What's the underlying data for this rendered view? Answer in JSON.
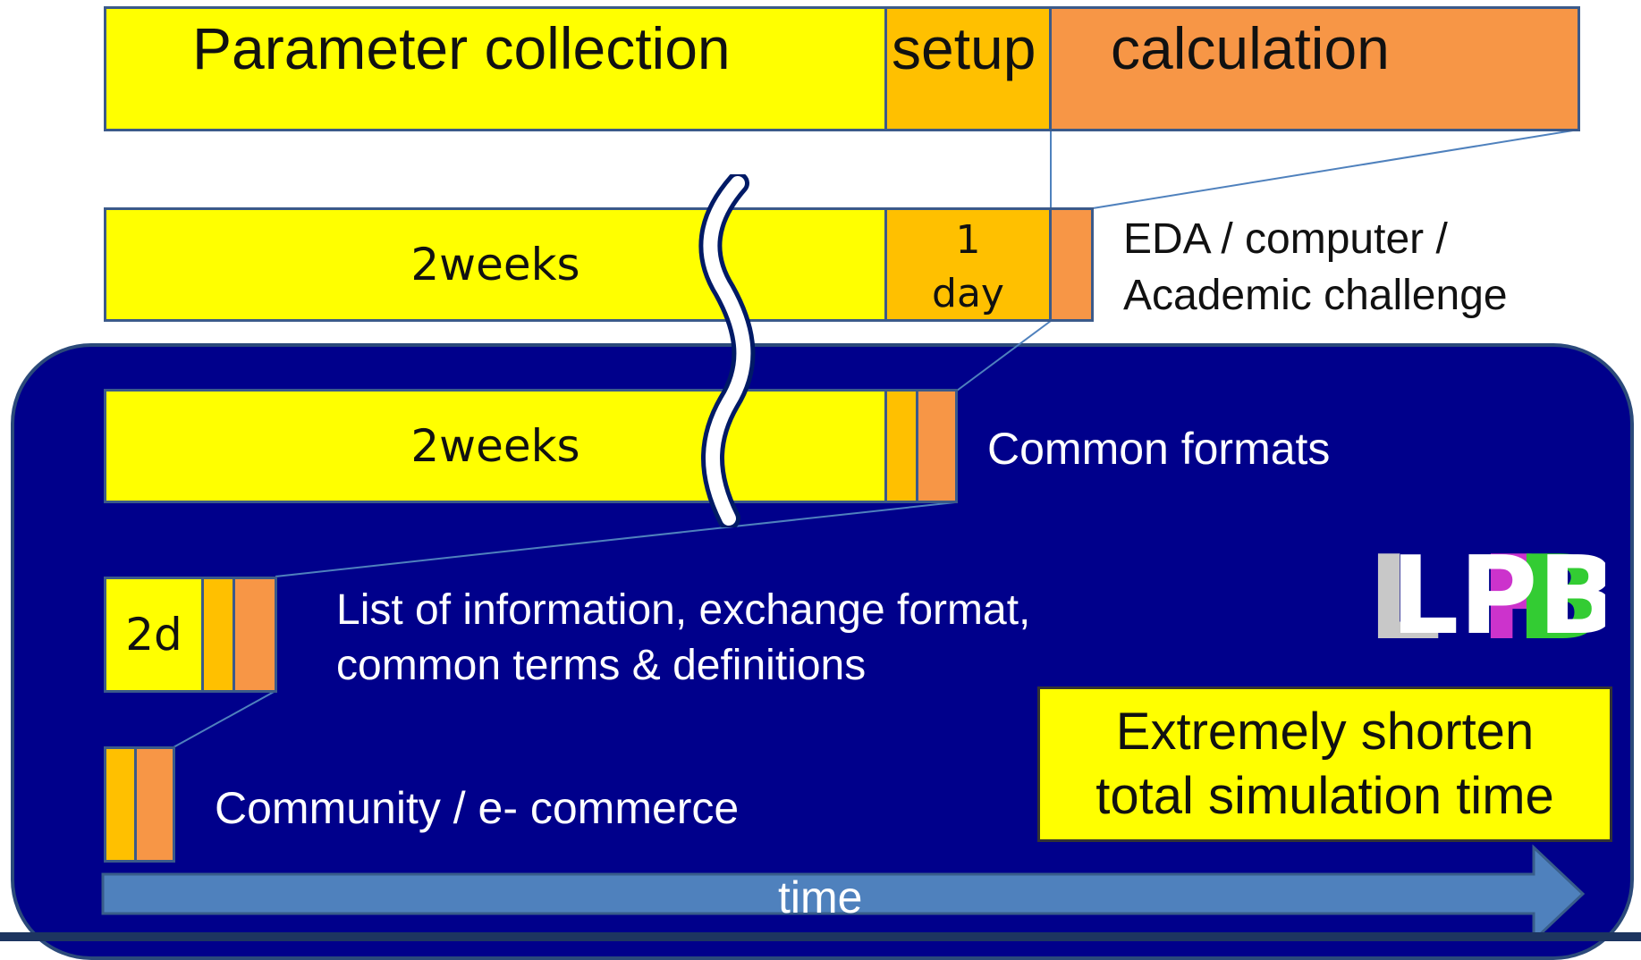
{
  "top_bar": {
    "phase1": "Parameter collection",
    "phase2": "setup",
    "phase3": "calculation"
  },
  "row1": {
    "duration": "2weeks",
    "setup_line1": "1",
    "setup_line2": "day",
    "label_line1": "EDA / computer /",
    "label_line2": "Academic challenge"
  },
  "row2": {
    "duration": "2weeks",
    "label": "Common formats"
  },
  "row3": {
    "duration": "2d",
    "label_line1": "List of information, exchange format,",
    "label_line2": "common terms & definitions"
  },
  "row4": {
    "label": "Community / e- commerce"
  },
  "callout": {
    "line1": "Extremely shorten",
    "line2": "total simulation time"
  },
  "timeline": {
    "label": "time"
  },
  "logo": {
    "text": "LPB"
  },
  "colors": {
    "parameter": "#ffff00",
    "setup": "#ffc000",
    "calculation": "#f79646",
    "panel": "#00008b",
    "arrow": "#4f81bd"
  }
}
